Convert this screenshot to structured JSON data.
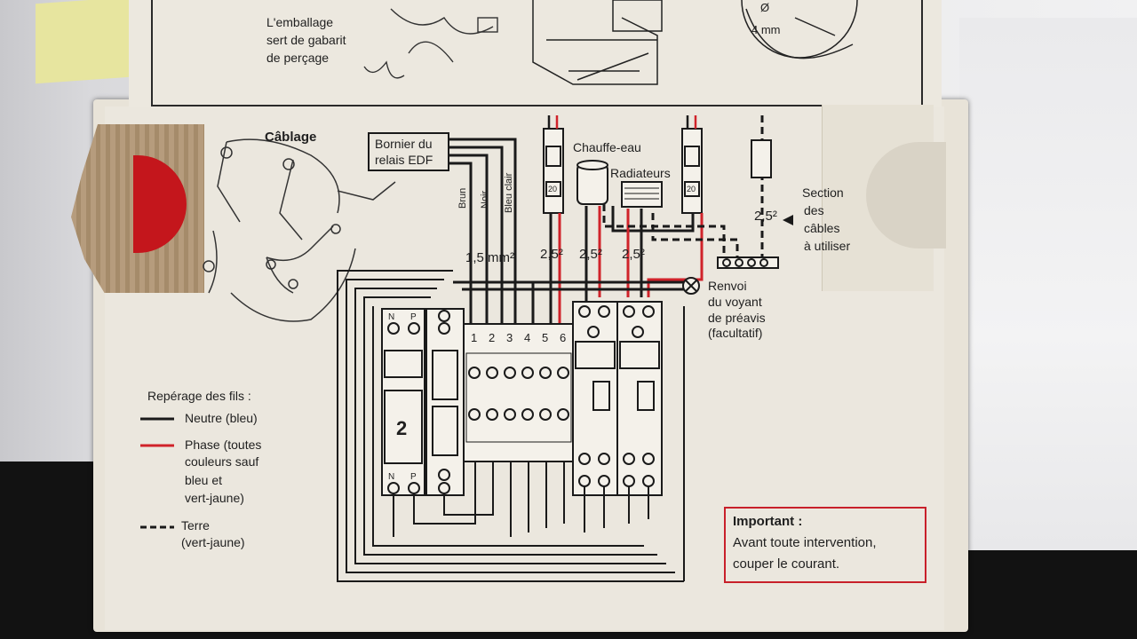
{
  "top_panel": {
    "text_lines": [
      "L'emballage",
      "sert de gabarit",
      "de perçage"
    ],
    "drill_symbol": "Ø",
    "drill_size": "4 mm"
  },
  "title": "Câblage",
  "edf_relay": [
    "Bornier du",
    "relais EDF"
  ],
  "wire_colors": [
    "Brun",
    "Noir",
    "Bleu clair"
  ],
  "section_labels": {
    "small": "1,5 mm²",
    "large": [
      "2,5²",
      "2,5²",
      "2,5²"
    ],
    "earth": "2,5²"
  },
  "appliances": {
    "water_heater": "Chauffe-eau",
    "radiators": "Radiateurs"
  },
  "breaker_rating": "20",
  "section_note": [
    "Section",
    "des",
    "câbles",
    "à utiliser"
  ],
  "renvoi": [
    "Renvoi",
    "du voyant",
    "de préavis",
    "(facultatif)"
  ],
  "terminal_numbers": [
    "1",
    "2",
    "3",
    "4",
    "5",
    "6"
  ],
  "module_number": "2",
  "terminal_letters": [
    "N",
    "P"
  ],
  "legend": {
    "title": "Repérage des fils :",
    "neutral": "Neutre (bleu)",
    "phase": [
      "Phase (toutes",
      "couleurs sauf",
      "bleu et",
      "vert-jaune)"
    ],
    "earth": [
      "Terre",
      "(vert-jaune)"
    ]
  },
  "important": {
    "title": "Important :",
    "lines": [
      "Avant toute intervention,",
      "couper le courant."
    ]
  },
  "colors": {
    "neutral": "#1a1a1a",
    "phase": "#d0232a",
    "earth": "#1a1a1a",
    "box_red": "#c4161c",
    "cardboard": "#ebe7de"
  }
}
